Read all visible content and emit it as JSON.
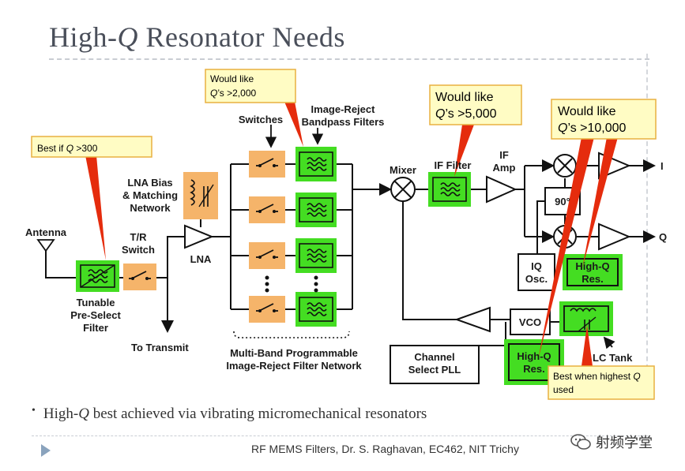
{
  "slide": {
    "title_prefix": "High-",
    "title_q": "Q",
    "title_suffix": " Resonator Needs",
    "bullet_prefix": "High-",
    "bullet_q": "Q",
    "bullet_suffix": " best achieved via vibrating micromechanical resonators",
    "footer": "RF MEMS Filters, Dr. S. Raghavan, EC462, NIT Trichy",
    "watermark": "射频学堂"
  },
  "colors": {
    "green": "#44dd22",
    "orange": "#f5b46a",
    "callout_fill": "#fffcc4",
    "callout_stroke": "#e8b040",
    "pointer": "#e52c0d"
  },
  "callouts": {
    "c1_prefix": "Best if ",
    "c1_q": "Q",
    "c1_suffix": " >300",
    "c2_line1": "Would like",
    "c2_q": "Q",
    "c2_suffix": "’s >2,000",
    "c3_line1": "Would like",
    "c3_q": "Q",
    "c3_suffix": "’s >5,000",
    "c4_line1": "Would like",
    "c4_q": "Q",
    "c4_suffix": "’s >10,000",
    "c5_prefix": "Best when highest ",
    "c5_q": "Q",
    "c5_line2": "used"
  },
  "labels": {
    "antenna": "Antenna",
    "tunable_1": "Tunable",
    "tunable_2": "Pre-Select",
    "tunable_3": "Filter",
    "tr_1": "T/R",
    "tr_2": "Switch",
    "to_transmit": "To Transmit",
    "lna_bias_1": "LNA Bias",
    "lna_bias_2": "& Matching",
    "lna_bias_3": "Network",
    "lna": "LNA",
    "switches": "Switches",
    "irbp_1": "Image-Reject",
    "irbp_2": "Bandpass Filters",
    "multiband_1": "Multi-Band Programmable",
    "multiband_2": "Image-Reject Filter Network",
    "mixer": "Mixer",
    "if_filter": "IF Filter",
    "if_amp_1": "IF",
    "if_amp_2": "Amp",
    "out_i": "I",
    "out_q": "Q",
    "phase": "90°",
    "iq_osc_1": "IQ",
    "iq_osc_2": "Osc.",
    "hiq_res_1": "High-Q",
    "hiq_res_2": "Res.",
    "vco": "VCO",
    "pll_1": "Channel",
    "pll_2": "Select PLL",
    "hiq2_1": "High-Q",
    "hiq2_2": "Res.",
    "lc_tank": "LC Tank"
  }
}
